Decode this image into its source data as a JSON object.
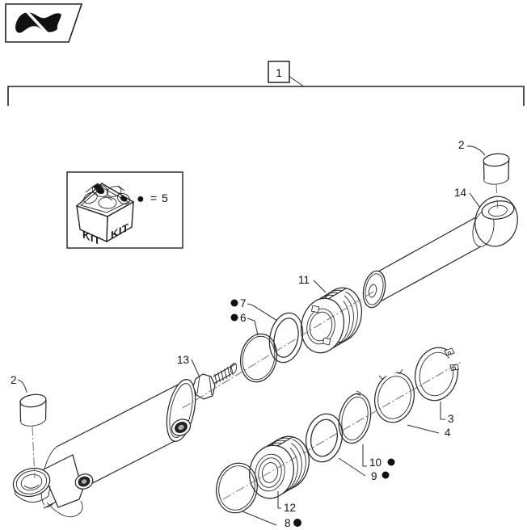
{
  "diagram": {
    "callout_assembly": "1",
    "kit": {
      "face_label": "KIT",
      "marker": "●",
      "equals": "=",
      "kit_item_number": "5"
    },
    "parts": {
      "pin_bushing_top": "2",
      "rod": "14",
      "piston": "11",
      "piston_oring": "7",
      "backup_ring": "6",
      "bolt": "13",
      "pin_bushing_left": "2",
      "snap_ring": "3",
      "retaining_ring": "4",
      "seal_ring": "10",
      "gland_oring": "9",
      "gland": "12",
      "wiper_seal": "8"
    }
  }
}
